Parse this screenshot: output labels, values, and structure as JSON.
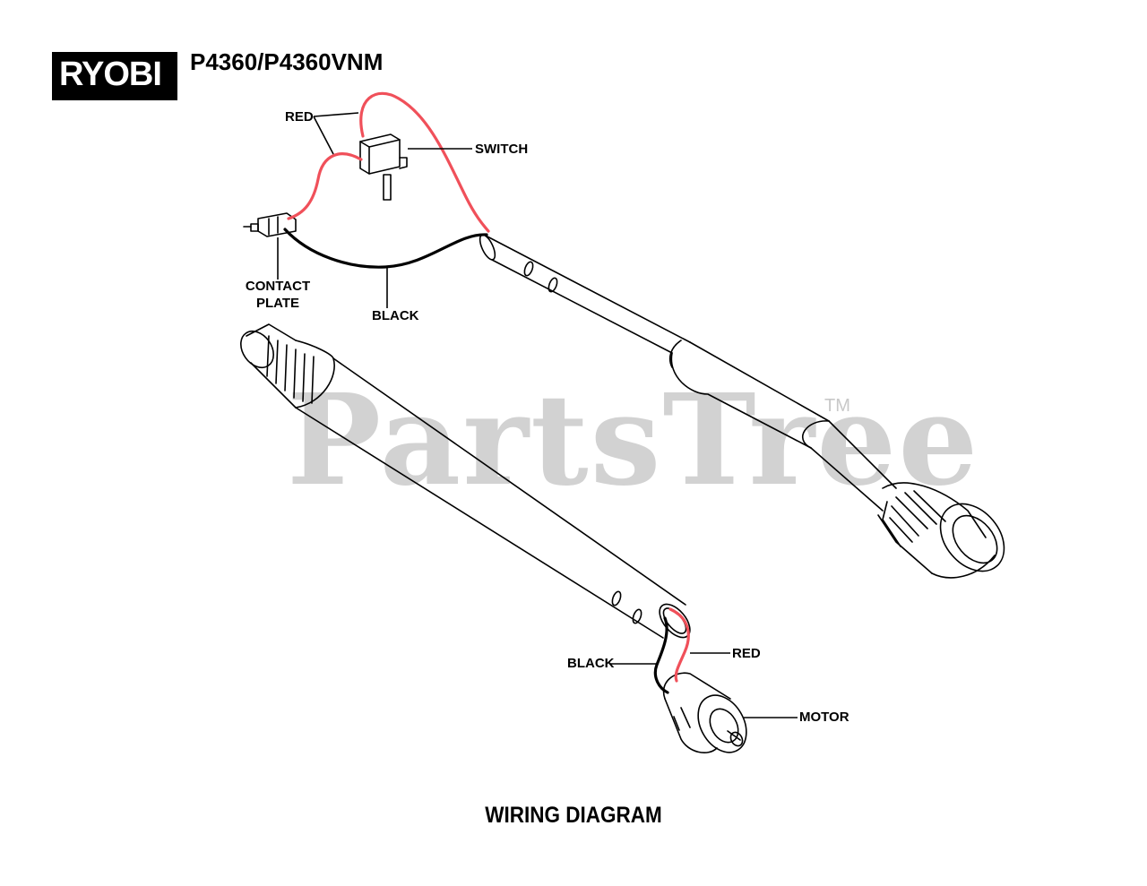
{
  "header": {
    "brand": "RYOBI",
    "model": "P4360/P4360VNM"
  },
  "watermark": {
    "text": "PartsTree",
    "tm": "TM"
  },
  "callouts": {
    "red_top": "RED",
    "switch": "SWITCH",
    "contact_plate_1": "CONTACT",
    "contact_plate_2": "PLATE",
    "black_top": "BLACK",
    "black_bottom": "BLACK",
    "red_bottom": "RED",
    "motor": "MOTOR"
  },
  "caption": "WIRING DIAGRAM",
  "colors": {
    "wire_red": "#f0505a",
    "wire_black": "#000000",
    "brand_bg": "#000000",
    "watermark": "#c8c8c8"
  }
}
